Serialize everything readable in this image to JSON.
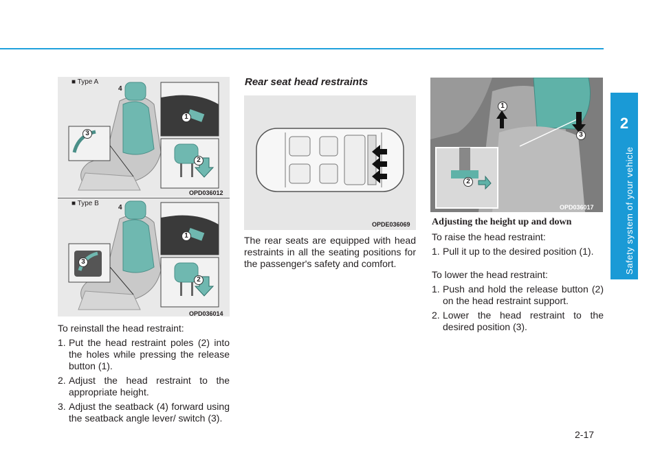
{
  "page": {
    "chapter_number": "2",
    "chapter_title": "Safety system of your vehicle",
    "page_number": "2-17"
  },
  "col1": {
    "figure_a": {
      "type_label": "■ Type A",
      "code": "OPD036012"
    },
    "figure_b": {
      "type_label": "■ Type B",
      "code": "OPD036014"
    },
    "intro": "To reinstall the head restraint:",
    "steps": [
      {
        "n": "1.",
        "text": "Put the head restraint poles (2) into the holes while pressing the release button (1)."
      },
      {
        "n": "2.",
        "text": "Adjust the head restraint to the appropriate height."
      },
      {
        "n": "3.",
        "text": "Adjust the seatback (4) forward using the seatback angle lever/ switch (3)."
      }
    ]
  },
  "col2": {
    "section_title": "Rear seat head restraints",
    "figure": {
      "code": "OPDE036069"
    },
    "body": "The rear seats are equipped with head restraints in all the seating positions for the passenger's safety and comfort."
  },
  "col3": {
    "figure": {
      "code": "OPD036017"
    },
    "subtitle": "Adjusting the height up and down",
    "raise_intro": "To raise the head restraint:",
    "raise_steps": [
      {
        "n": "1.",
        "text": "Pull it up to the desired position (1)."
      }
    ],
    "lower_intro": "To lower the head restraint:",
    "lower_steps": [
      {
        "n": "1.",
        "text": "Push and hold the release button (2) on the head restraint support."
      },
      {
        "n": "2.",
        "text": "Lower the head restraint to the desired position (3)."
      }
    ]
  },
  "callouts": {
    "one": "1",
    "two": "2",
    "three": "3",
    "four": "4"
  },
  "colors": {
    "accent": "#1a9ad6",
    "teal_highlight": "#4fb3a9",
    "figure_bg": "#e6e6e6"
  }
}
